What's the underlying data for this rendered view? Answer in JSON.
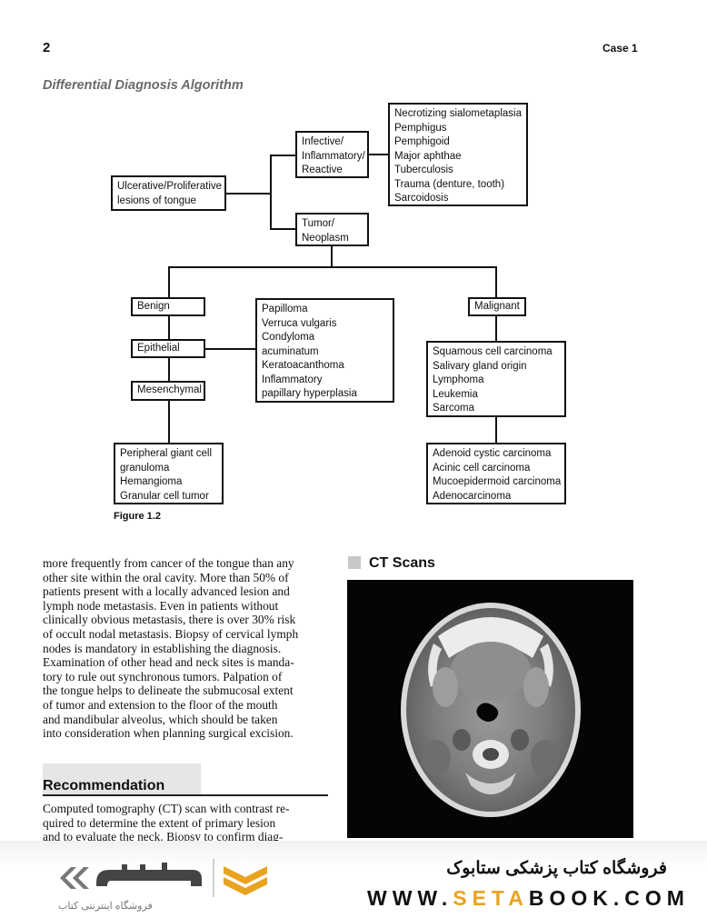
{
  "header": {
    "page_number": "2",
    "case_label": "Case 1"
  },
  "algorithm": {
    "title": "Differential Diagnosis Algorithm",
    "root": [
      "Ulcerative/Proliferative",
      "lesions of tongue"
    ],
    "infective": [
      "Infective/",
      "Inflammatory/",
      "Reactive"
    ],
    "infective_list": [
      "Necrotizing sialometaplasia",
      "Pemphigus",
      "Pemphigoid",
      "Major aphthae",
      "Tuberculosis",
      "Trauma (denture, tooth)",
      "Sarcoidosis"
    ],
    "tumor": [
      "Tumor/",
      "Neoplasm"
    ],
    "benign": "Benign",
    "epithelial": "Epithelial",
    "mesenchymal": "Mesenchymal",
    "epithelial_list": [
      "Papilloma",
      "Verruca vulgaris",
      "Condyloma",
      "acuminatum",
      "Keratoacanthoma",
      "Inflammatory",
      "papillary hyperplasia"
    ],
    "mesenchymal_list": [
      "Peripheral giant cell",
      "granuloma",
      "Hemangioma",
      "Granular cell tumor"
    ],
    "malignant": "Malignant",
    "malignant_list": [
      "Squamous cell carcinoma",
      "Salivary gland origin",
      "Lymphoma",
      "Leukemia",
      "Sarcoma"
    ],
    "salivary_list": [
      "Adenoid cystic carcinoma",
      "Acinic cell carcinoma",
      "Mucoepidermoid carcinoma",
      "Adenocarcinoma"
    ],
    "figure_label": "Figure 1.2"
  },
  "body": {
    "paragraph_lines": [
      "more frequently from cancer of the tongue than any",
      "other site within the oral cavity. More than 50% of",
      "patients present with a locally advanced lesion and",
      "lymph node metastasis. Even in patients without",
      "clinically obvious metastasis, there is over 30% risk",
      "of occult nodal metastasis. Biopsy of cervical lymph",
      "nodes is mandatory in establishing the diagnosis.",
      "Examination of other head and neck sites is manda-",
      "tory to rule out synchronous tumors. Palpation of",
      "the tongue helps to delineate the submucosal extent",
      "of tumor and extension to the floor of the mouth",
      "and mandibular alveolus, which should be taken",
      "into consideration when planning surgical excision."
    ],
    "recommendation_title": "Recommendation",
    "recommendation_lines": [
      "Computed tomography (CT) scan with contrast re-",
      "quired to determine the extent of primary lesion",
      "and to evaluate the neck. Biopsy to confirm diag-"
    ]
  },
  "ct_section": {
    "title": "CT Scans"
  },
  "footer": {
    "store_name": "فروشگاه کتاب پزشکی ستابوک",
    "url_prefix": "WWW.",
    "url_accent": "SETA",
    "url_suffix": "BOOK.COM",
    "logo_subtitle": "فروشگاه اینترنتی کتاب",
    "accent_color": "#e8a320"
  }
}
